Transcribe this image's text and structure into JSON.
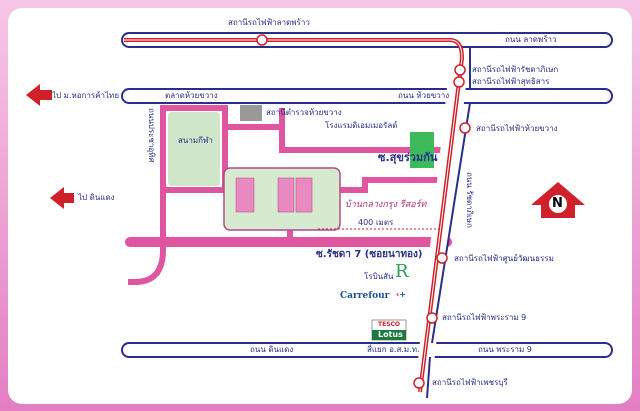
{
  "stations": {
    "lat_phrao": "สถานีรถไฟฟ้าลาดพร้าว",
    "ratchadaphisek": "สถานีรถไฟฟ้ารัชดาภิเษก",
    "sutthisan": "สถานีรถไฟฟ้าสุทธิสาร",
    "huai_khwang": "สถานีรถไฟฟ้าห้วยขวาง",
    "cultural_centre": "สถานีรถไฟฟ้าศูนย์วัฒนธรรม",
    "rama9": "สถานีรถไฟฟ้าพระราม 9",
    "phetchaburi": "สถานีรถไฟฟ้าเพชรบุรี"
  },
  "roads": {
    "lat_phrao": "ถนน ลาดพร้าว",
    "huai_khwang": "ถนน ห้วยขวาง",
    "huai_khwang_market": "ตลาดห้วยขวาง",
    "pracha_uthit": "ถนนประชาอุทิศ",
    "soi_suk_ruam_kan": "ซ.สุขร่วมกัน",
    "ratchadaphisek": "ถนน รัชดาภิเษก",
    "soi_ratchada7": "ซ.รัชดา 7 (ซอยนาทอง)",
    "din_daeng": "ถนน ดินแดง",
    "mcot_intersection": "สี่แยก อ.ส.ม.ท.",
    "rama9": "ถนน พระราม 9"
  },
  "directions": {
    "to_utcc": "ไป ม.หอการค้าไทย",
    "to_din_daeng": "ไป ดินแดง"
  },
  "landmarks": {
    "police": "สถานีตำรวจห้วยขวาง",
    "hotel": "โรงแรมดิเอมเมอรัลด์",
    "stadium": "สนามกีฬา",
    "resort": "บ้านกลางกรุง รีสอร์ท",
    "robinson": "โรบินสัน",
    "robinson_logo": "R",
    "carrefour": "Carrefour",
    "tesco": "TESCO",
    "lotus": "Lotus"
  },
  "distance": "400 เมตร",
  "north": "N",
  "colors": {
    "road": "#2a2f8a",
    "metro": "#d0202a",
    "pink": "#e0559f",
    "green": "#cfe6c9"
  }
}
